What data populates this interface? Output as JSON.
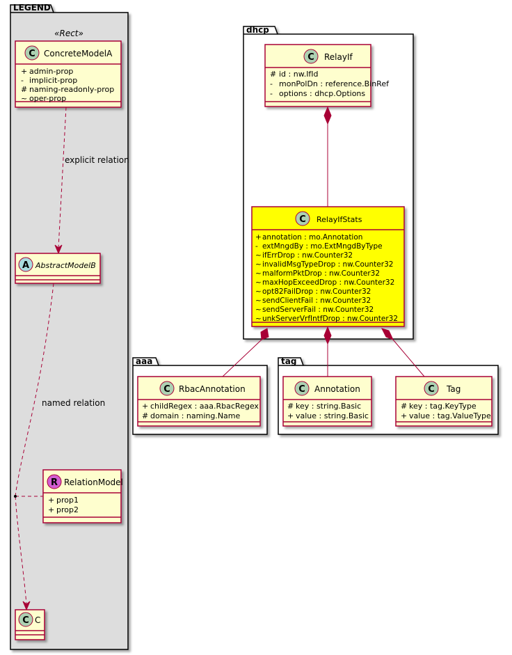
{
  "legend": {
    "package_label": "LEGEND",
    "stereotype": "«Rect»",
    "concrete_class": {
      "badge": "C",
      "name": "ConcreteModelA",
      "props": [
        {
          "vis": "+",
          "text": "admin-prop"
        },
        {
          "vis": "-",
          "text": "implicit-prop"
        },
        {
          "vis": "#",
          "text": "naming-readonly-prop"
        },
        {
          "vis": "~",
          "text": "oper-prop"
        }
      ]
    },
    "explicit_relation_label": "explicit relation",
    "abstract_class": {
      "badge": "A",
      "name": "AbstractModelB"
    },
    "named_relation_label": "named relation",
    "relation_class": {
      "badge": "R",
      "name": "RelationModel",
      "props": [
        {
          "vis": "+",
          "text": "prop1"
        },
        {
          "vis": "+",
          "text": "prop2"
        }
      ]
    },
    "c_class": {
      "badge": "C",
      "name": "C"
    }
  },
  "packages": {
    "dhcp": "dhcp",
    "aaa": "aaa",
    "tag": "tag"
  },
  "classes": {
    "relay_if": {
      "badge": "C",
      "name": "RelayIf",
      "props": [
        {
          "vis": "#",
          "text": "id : nw.IfId"
        },
        {
          "vis": "-",
          "text": "monPolDn : reference.BinRef"
        },
        {
          "vis": "-",
          "text": "options : dhcp.Options"
        }
      ]
    },
    "relay_if_stats": {
      "badge": "C",
      "name": "RelayIfStats",
      "props": [
        {
          "vis": "+",
          "text": "annotation : mo.Annotation"
        },
        {
          "vis": "-",
          "text": "extMngdBy : mo.ExtMngdByType"
        },
        {
          "vis": "~",
          "text": "ifErrDrop : nw.Counter32"
        },
        {
          "vis": "~",
          "text": "invalidMsgTypeDrop : nw.Counter32"
        },
        {
          "vis": "~",
          "text": "malformPktDrop : nw.Counter32"
        },
        {
          "vis": "~",
          "text": "maxHopExceedDrop : nw.Counter32"
        },
        {
          "vis": "~",
          "text": "opt82FailDrop : nw.Counter32"
        },
        {
          "vis": "~",
          "text": "sendClientFail : nw.Counter32"
        },
        {
          "vis": "~",
          "text": "sendServerFail : nw.Counter32"
        },
        {
          "vis": "~",
          "text": "unkServerVrfIntfDrop : nw.Counter32"
        }
      ]
    },
    "rbac_annotation": {
      "badge": "C",
      "name": "RbacAnnotation",
      "props": [
        {
          "vis": "+",
          "text": "childRegex : aaa.RbacRegex"
        },
        {
          "vis": "#",
          "text": "domain : naming.Name"
        }
      ]
    },
    "annotation": {
      "badge": "C",
      "name": "Annotation",
      "props": [
        {
          "vis": "#",
          "text": "key : string.Basic"
        },
        {
          "vis": "+",
          "text": "value : string.Basic"
        }
      ]
    },
    "tag": {
      "badge": "C",
      "name": "Tag",
      "props": [
        {
          "vis": "#",
          "text": "key : tag.KeyType"
        },
        {
          "vis": "+",
          "text": "value : tag.ValueType"
        }
      ]
    }
  },
  "colors": {
    "class_fill": "#FEFECE",
    "class_border": "#A80036",
    "highlight_fill": "#FFFF00",
    "legend_bg": "#DDDDDD",
    "badge_c": "#ADD1B2",
    "badge_a": "#A9DCDF",
    "badge_r": "#D25ED2",
    "edge": "#A80036"
  }
}
